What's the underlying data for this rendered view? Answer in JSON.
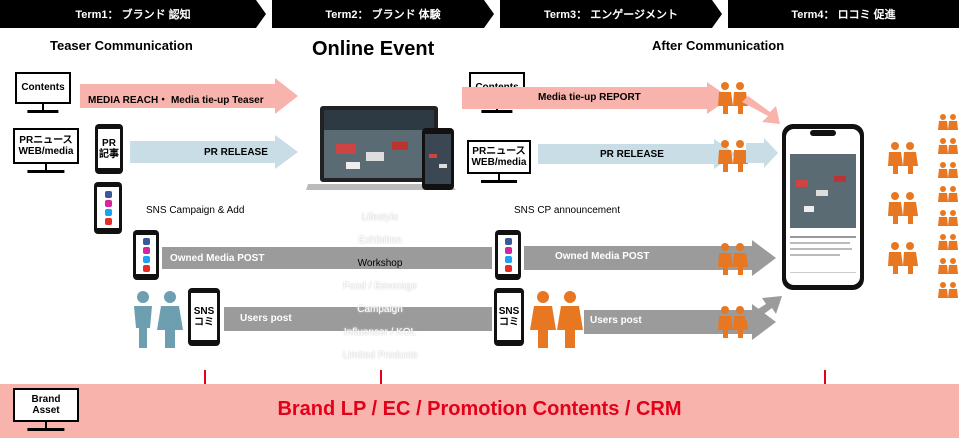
{
  "terms": [
    {
      "label": "Term1： ブランド 認知"
    },
    {
      "label": "Term2： ブランド 体験"
    },
    {
      "label": "Term3： エンゲージメント"
    },
    {
      "label": "Term4： ロコミ 促進"
    }
  ],
  "sections": {
    "teaser": "Teaser Communication",
    "event": "Online Event",
    "after": "After Communication"
  },
  "boxes": {
    "contents_left": "Contents",
    "pr_news_left": "PRニュース\nWEB/media",
    "pr_article": "PR\n記事",
    "contents_right": "Contents",
    "pr_news_right": "PRニュース\nWEB/media",
    "sns_komi_left": "SNS\nコミ",
    "sns_komi_right": "SNS\nコミ",
    "brand_asset": "Brand\nAsset"
  },
  "arrows": {
    "media_reach": "MEDIA REACH・ Media tie-up Teaser",
    "pr_release_left": "PR RELEASE",
    "media_report": "Media tie-up REPORT",
    "pr_release_right": "PR RELEASE",
    "owned_media_left": "Owned Media POST",
    "owned_media_right": "Owned Media POST",
    "users_post_left": "Users post",
    "users_post_right": "Users post"
  },
  "labels": {
    "sns_campaign": "SNS Campaign & Add",
    "sns_cp": "SNS CP announcement"
  },
  "event_items": [
    {
      "label": "Lifestyle"
    },
    {
      "label": "Exhibition"
    },
    {
      "label": "Workshop"
    },
    {
      "label": "Food / Beverage"
    },
    {
      "label": "Campaign"
    },
    {
      "label": "Influencer / KOL"
    },
    {
      "label": "Limited Products"
    }
  ],
  "bottom": "Brand LP /  EC /  Promotion Contents / CRM",
  "colors": {
    "pink": "#f8b3ac",
    "blue": "#c9dde6",
    "gray": "#9b9b9b",
    "orange": "#e87722",
    "teal_person": "#6e9fb0",
    "red": "#e2001a"
  }
}
